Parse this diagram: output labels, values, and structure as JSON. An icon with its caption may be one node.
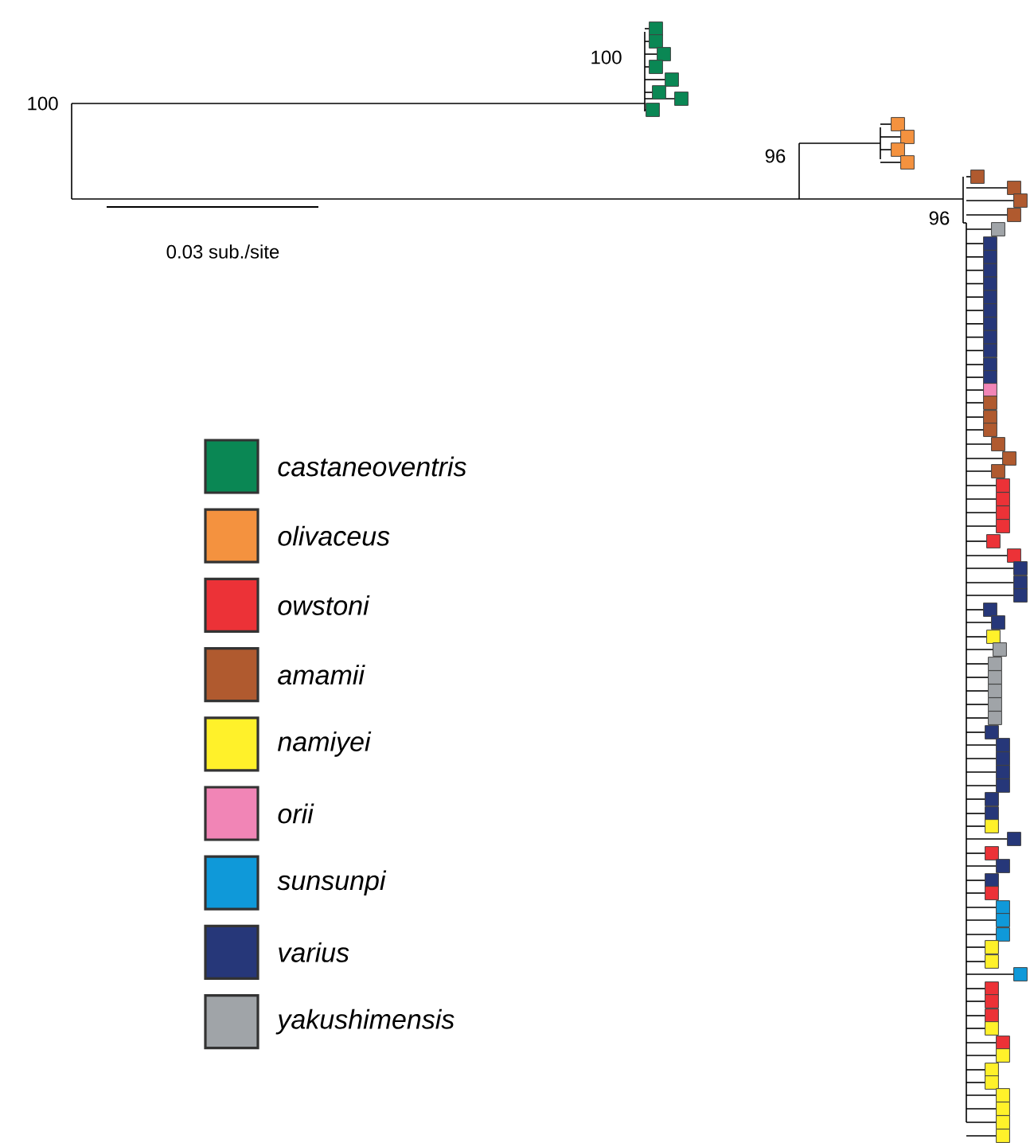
{
  "diagram": {
    "labels": [
      "100",
      "100",
      "96",
      "96",
      "0.03 sub./site"
    ],
    "legend": [
      {
        "text": "castaneoventris",
        "color": "#0a8754"
      },
      {
        "text": "olivaceus",
        "color": "#f4923f"
      },
      {
        "text": "owstoni",
        "color": "#ec3237"
      },
      {
        "text": "amamii",
        "color": "#b05a2f"
      },
      {
        "text": "namiyei",
        "color": "#fff12a"
      },
      {
        "text": "orii",
        "color": "#f185b6"
      },
      {
        "text": "sunsunpi",
        "color": "#0f99d9"
      },
      {
        "text": "varius",
        "color": "#263779"
      },
      {
        "text": "yakushimensis",
        "color": "#a0a4a8"
      }
    ]
  }
}
